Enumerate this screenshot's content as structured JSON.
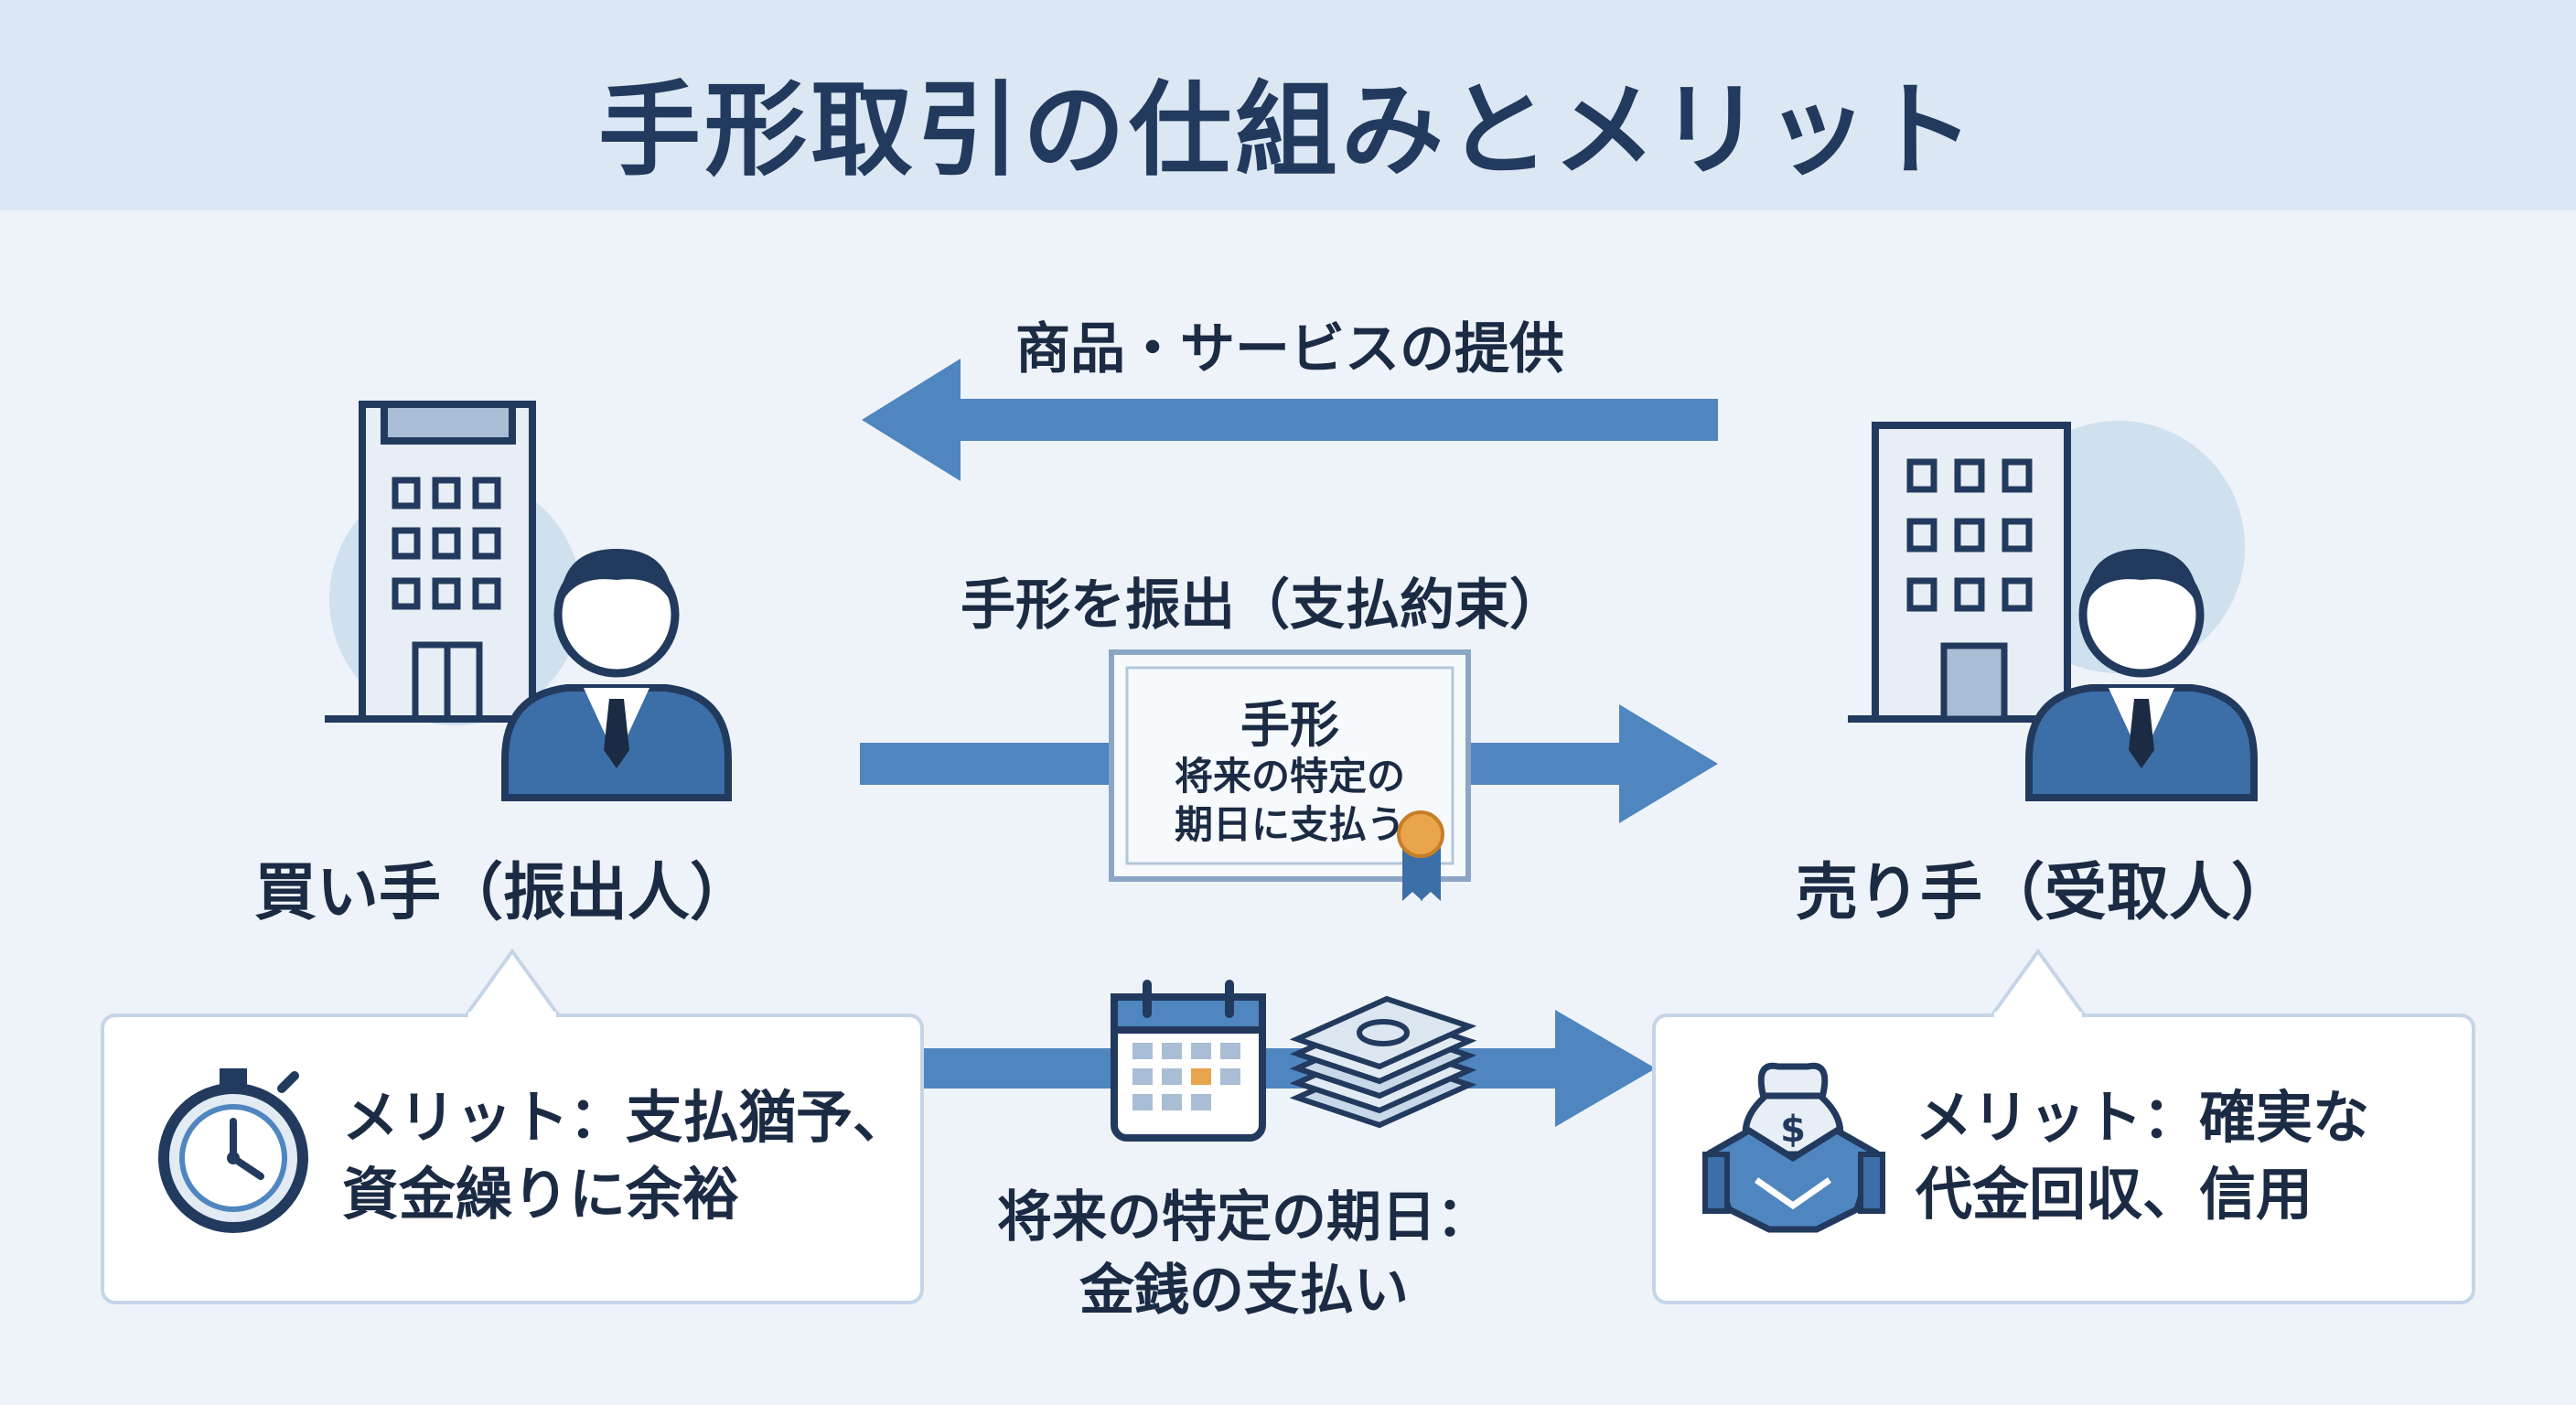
{
  "title": "手形取引の仕組みとメリット",
  "flows": {
    "service": "商品・サービスの提供",
    "issue": "手形を振出（支払約束）",
    "payment_line1": "将来の特定の期日：",
    "payment_line2": "金銭の支払い"
  },
  "note": {
    "heading": "手形",
    "line1": "将来の特定の",
    "line2": "期日に支払う"
  },
  "buyer": {
    "label": "買い手（振出人）",
    "merit_line1": "メリット：支払猶予、",
    "merit_line2": "資金繰りに余裕"
  },
  "seller": {
    "label": "売り手（受取人）",
    "merit_line1": "メリット：確実な",
    "merit_line2": "代金回収、信用"
  },
  "colors": {
    "arrow": "#4f86bf",
    "navy": "#223a5e",
    "accent": "#e8a54b",
    "header_bg": "#dbe7f2"
  }
}
